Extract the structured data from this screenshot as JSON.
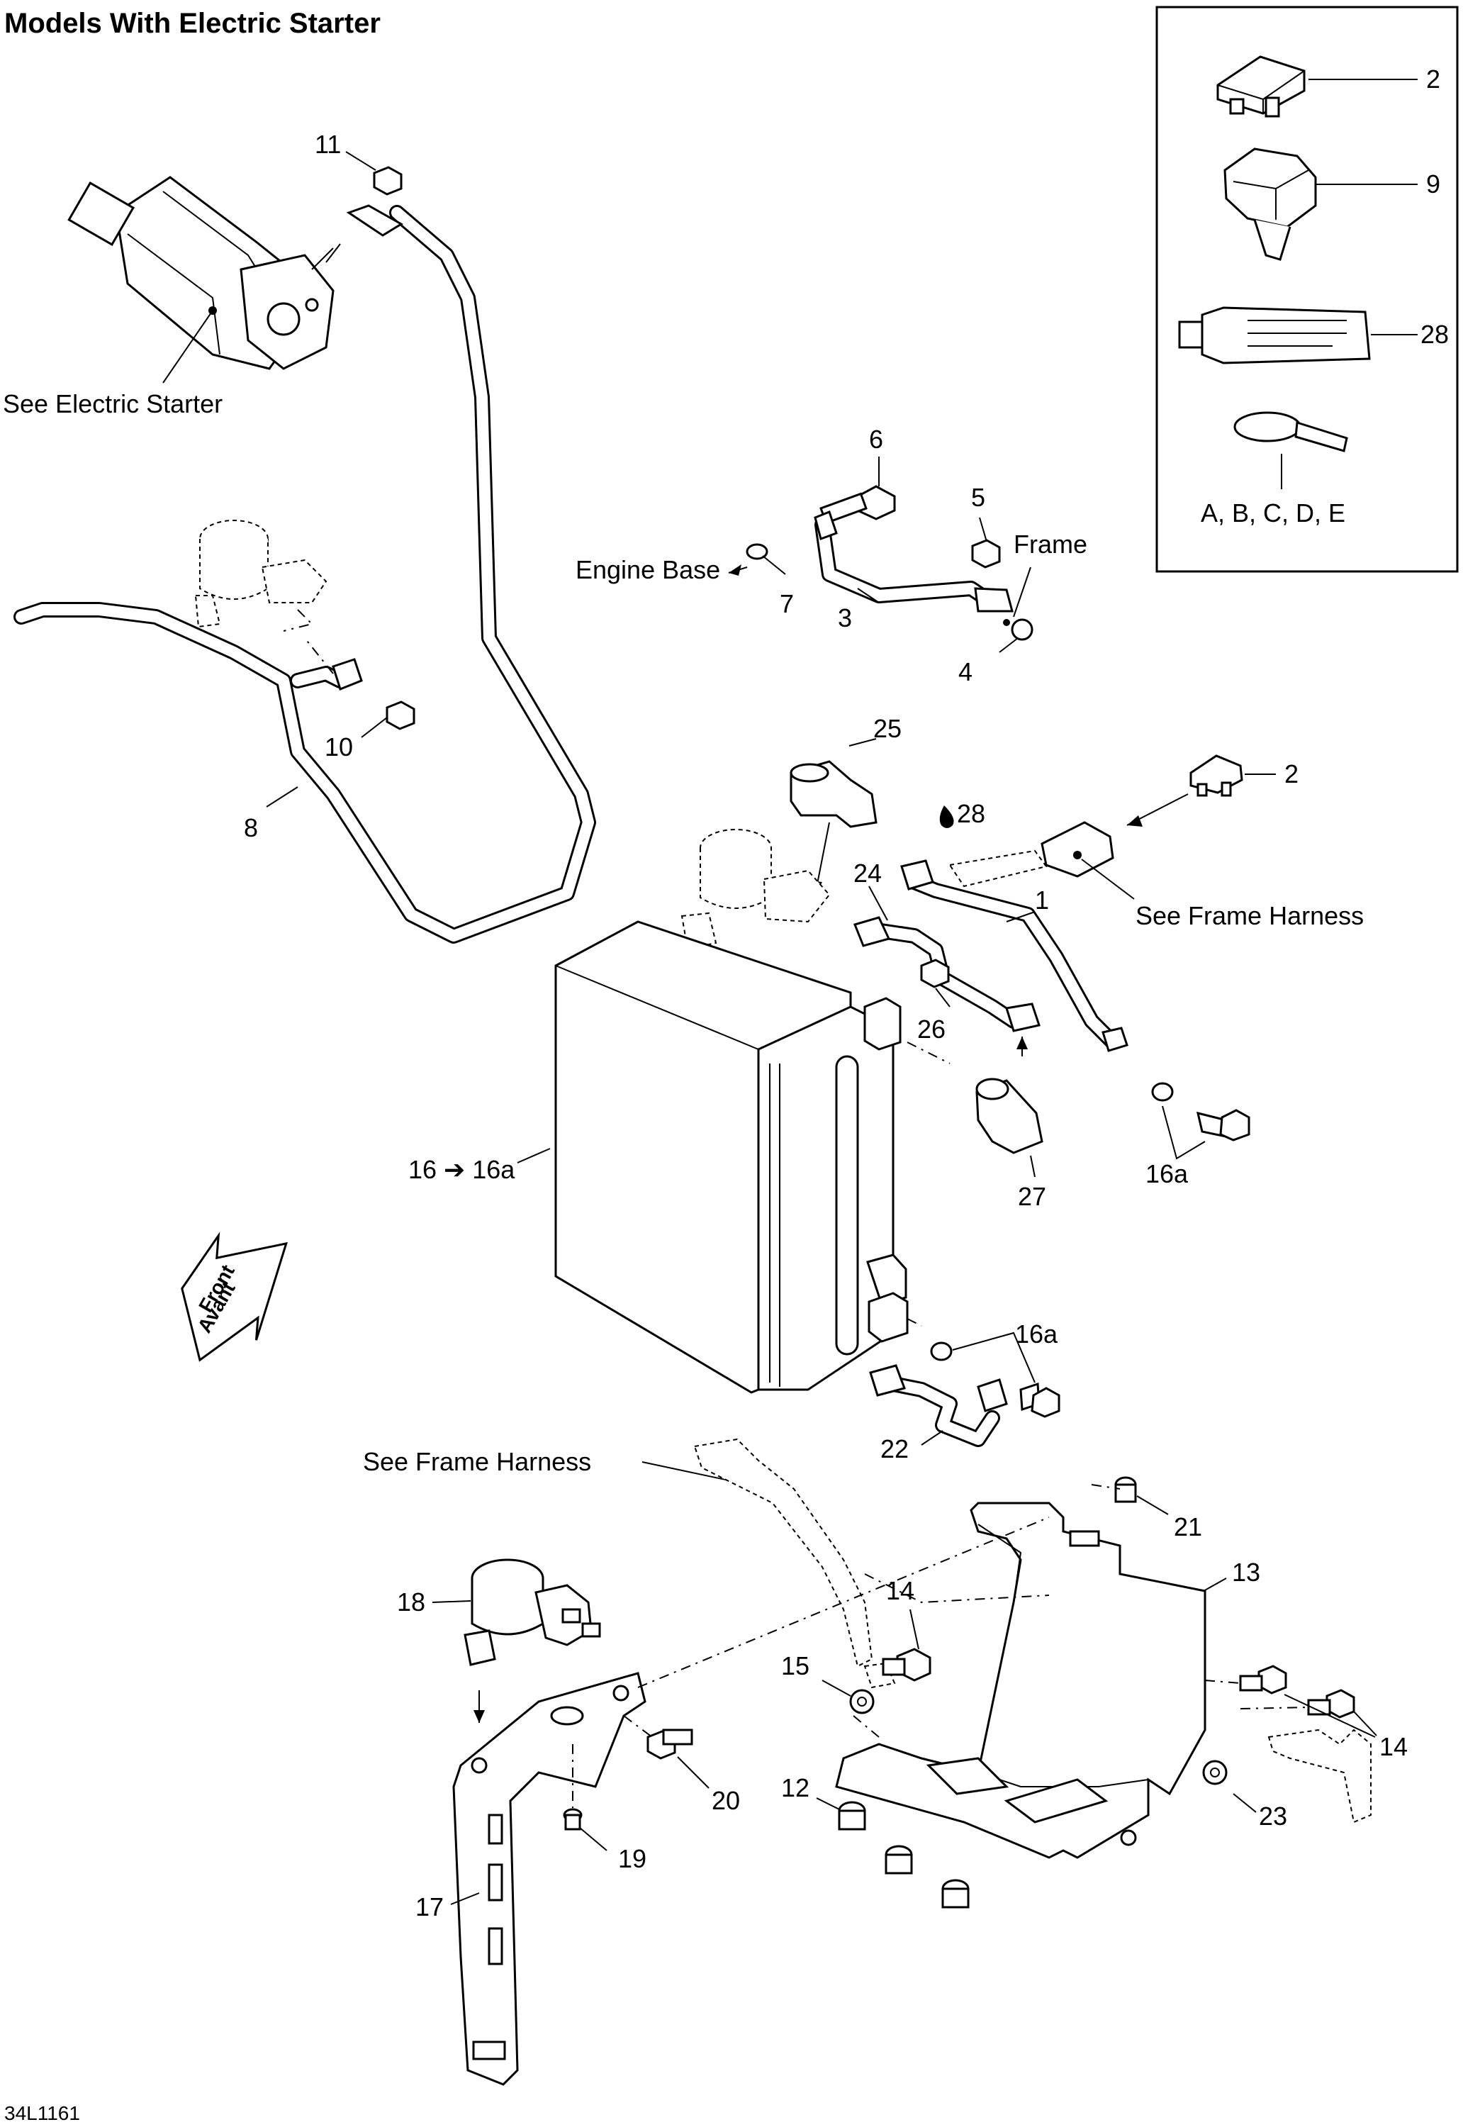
{
  "title": "Models With Electric Starter",
  "figure_code": "34L1161",
  "callouts": {
    "c11": "11",
    "c6": "6",
    "c5": "5",
    "c7": "7",
    "c3": "3",
    "c4": "4",
    "c10": "10",
    "c8": "8",
    "c25": "25",
    "c28": "28",
    "c2b": "2",
    "c1": "1",
    "c24": "24",
    "c26": "26",
    "c27": "27",
    "c16a_1": "16a",
    "c16": "16",
    "c16a_2": "16a",
    "c16a_3": "16a",
    "c22": "22",
    "c21": "21",
    "c13": "13",
    "c14a": "14",
    "c14b": "14",
    "c15": "15",
    "c18": "18",
    "c20": "20",
    "c12": "12",
    "c23": "23",
    "c19": "19",
    "c17": "17"
  },
  "notes": {
    "see_electric_starter": "See Electric Starter",
    "engine_base": "Engine Base",
    "frame": "Frame",
    "see_frame_harness_1": "See Frame Harness",
    "see_frame_harness_2": "See Frame Harness"
  },
  "front_arrow": {
    "line1": "Front",
    "line2": "Avant"
  },
  "inset_box": {
    "items": [
      {
        "label": "2",
        "icon": "fuse-icon"
      },
      {
        "label": "9",
        "icon": "fuse-holder-clip-icon"
      },
      {
        "label": "28",
        "icon": "grease-tube-icon"
      },
      {
        "label": "A, B, C, D, E",
        "icon": "cable-tie-icon"
      }
    ]
  }
}
